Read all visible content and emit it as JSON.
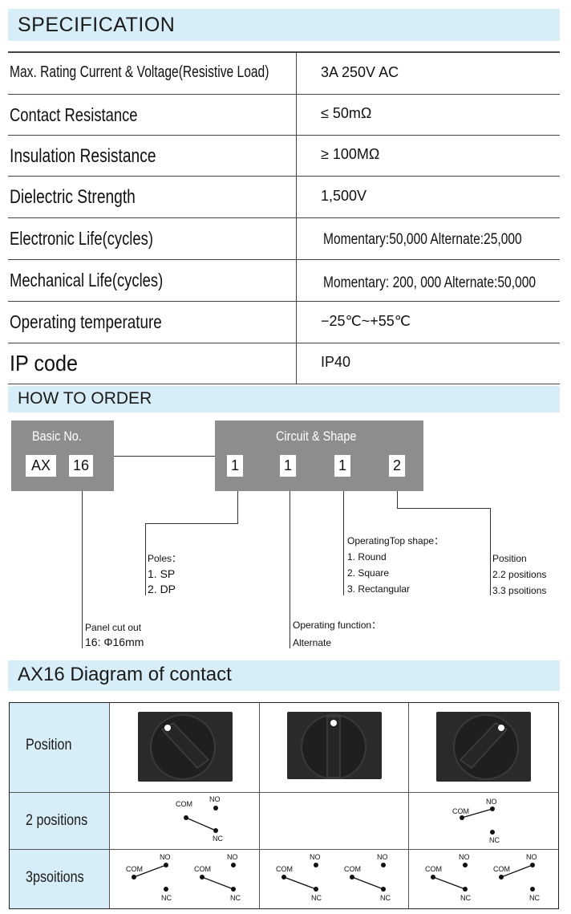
{
  "spec_header": "SPECIFICATION",
  "spec_rows": [
    {
      "label": "Max.  Rating   Current & Voltage(Resistive Load)",
      "value": "3A  250V  AC"
    },
    {
      "label": "Contact Resistance",
      "value": "≤ 50mΩ"
    },
    {
      "label": "Insulation  Resistance",
      "value": "≥ 100MΩ"
    },
    {
      "label": "Dielectric  Strength",
      "value": "1,500V"
    },
    {
      "label": "Electronic    Life(cycles)",
      "value": "Momentary:50,000    Alternate:25,000"
    },
    {
      "label": "Mechanical Life(cycles)",
      "value": "Momentary: 200, 000   Alternate:50,000"
    },
    {
      "label": "Operating temperature",
      "value": "−25℃~+55℃"
    },
    {
      "label": "IP  code",
      "value": "IP40"
    }
  ],
  "order_header": "HOW TO ORDER",
  "order": {
    "basic_title": "Basic No.",
    "basic_cells": [
      "AX",
      "16"
    ],
    "circuit_title": "Circuit  & Shape",
    "circuit_cells": [
      "1",
      "1",
      "1",
      "2"
    ],
    "poles": {
      "title": "Poles：",
      "items": [
        "1. SP",
        "2. DP"
      ]
    },
    "panel": {
      "title": "Panel cut out",
      "value": "16: Φ16mm"
    },
    "function": {
      "title": "Operating function：",
      "value": "Alternate"
    },
    "top_shape": {
      "title": "OperatingTop shape：",
      "items": [
        "1.  Round",
        "2.  Square",
        "3.  Rectangular"
      ]
    },
    "position": {
      "title": "Position",
      "items": [
        "2.2 positions",
        "3.3 psoitions"
      ]
    }
  },
  "diagram_header": "AX16   Diagram of contact",
  "diagram": {
    "rows": [
      "Position",
      "2 positions",
      "3psoitions"
    ],
    "labels": {
      "com": "COM",
      "no": "NO",
      "nc": "NC"
    }
  },
  "colors": {
    "band": "#d7eef8",
    "box_gray": "#8d8d8d",
    "knob": "#2a2a2a"
  }
}
